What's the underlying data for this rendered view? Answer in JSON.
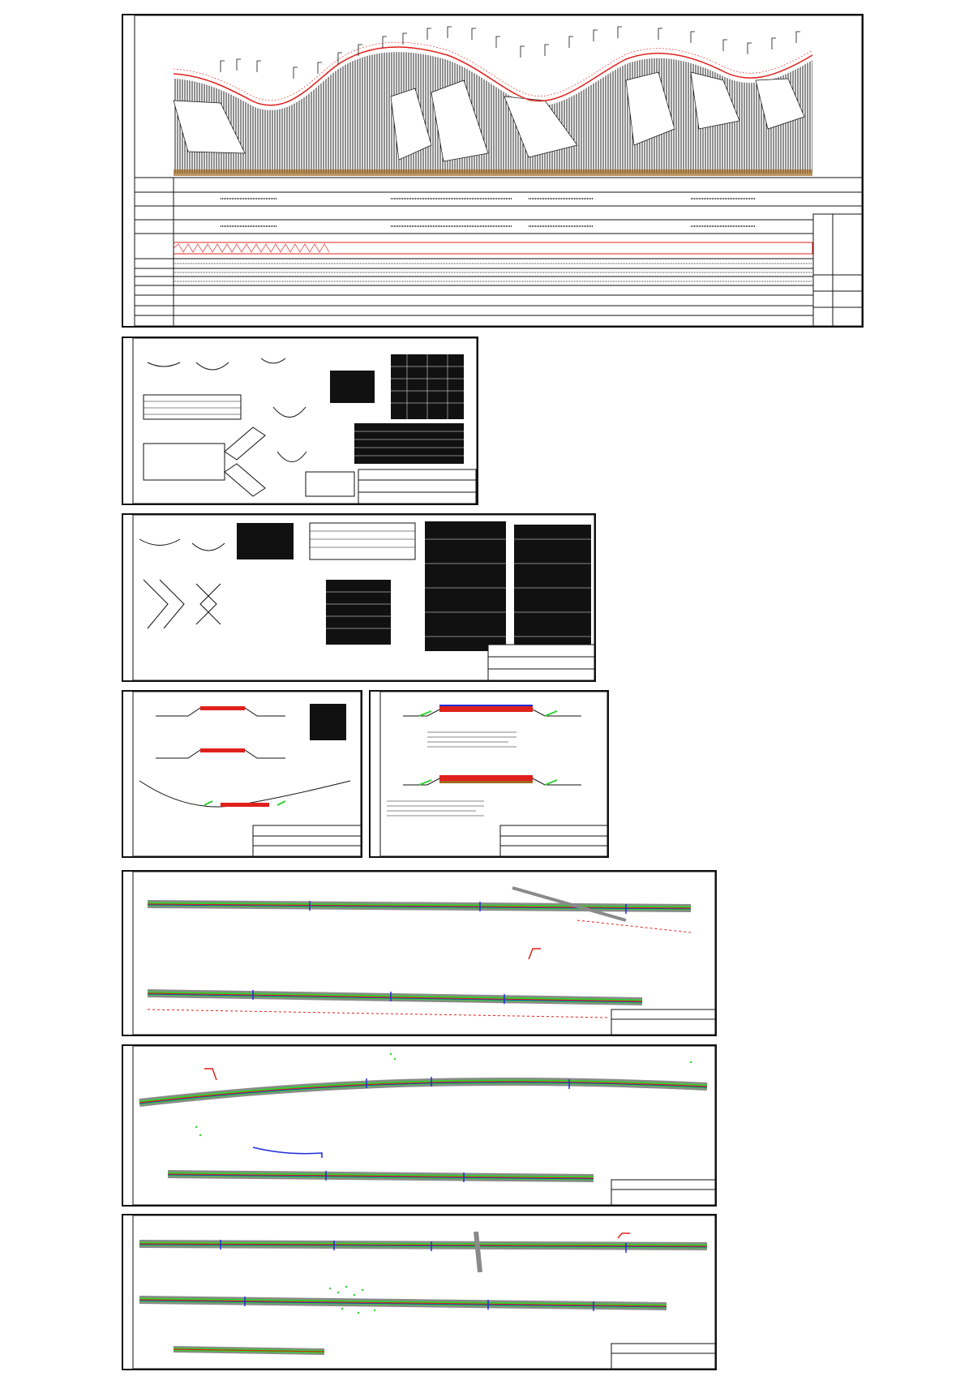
{
  "document": {
    "sheets": [
      {
        "id": "longitudinal-profile",
        "kind": "profile"
      },
      {
        "id": "culvert-details-1",
        "kind": "details"
      },
      {
        "id": "culvert-details-2",
        "kind": "details"
      },
      {
        "id": "cross-sections-a",
        "kind": "cross-sections"
      },
      {
        "id": "cross-sections-b",
        "kind": "cross-sections"
      },
      {
        "id": "road-plan-1",
        "kind": "plan"
      },
      {
        "id": "road-plan-2",
        "kind": "plan"
      },
      {
        "id": "road-plan-3",
        "kind": "plan"
      }
    ],
    "colors": {
      "line": "#111111",
      "red": "#e0201c",
      "green": "#2fd12f",
      "blue": "#1d2fd8",
      "grey": "#8a8a8a",
      "brown": "#a0681e",
      "magenta": "#d01fd0"
    }
  }
}
